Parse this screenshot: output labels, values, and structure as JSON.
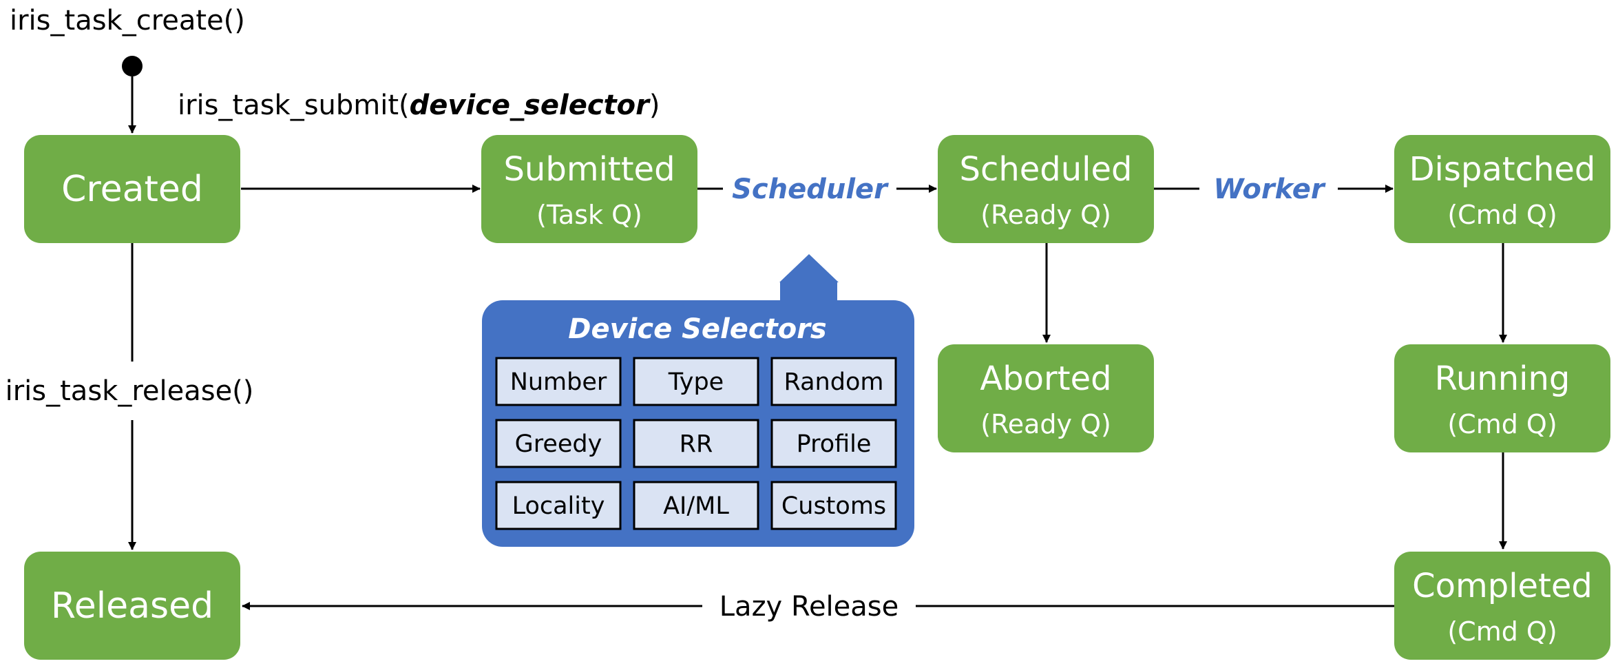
{
  "functions": {
    "create": "iris_task_create()",
    "submit_prefix": "iris_task_submit(",
    "submit_arg": "device_selector",
    "submit_suffix": ")",
    "release": "iris_task_release()"
  },
  "states": {
    "created": {
      "title": "Created"
    },
    "submitted": {
      "title": "Submitted",
      "queue": "(Task Q)"
    },
    "scheduled": {
      "title": "Scheduled",
      "queue": "(Ready Q)"
    },
    "dispatched": {
      "title": "Dispatched",
      "queue": "(Cmd Q)"
    },
    "aborted": {
      "title": "Aborted",
      "queue": "(Ready Q)"
    },
    "running": {
      "title": "Running",
      "queue": "(Cmd Q)"
    },
    "completed": {
      "title": "Completed",
      "queue": "(Cmd Q)"
    },
    "released": {
      "title": "Released"
    }
  },
  "agents": {
    "scheduler": "Scheduler",
    "worker": "Worker"
  },
  "edge_labels": {
    "lazy_release": "Lazy Release"
  },
  "device_selectors": {
    "title": "Device Selectors",
    "items": [
      "Number",
      "Type",
      "Random",
      "Greedy",
      "RR",
      "Profile",
      "Locality",
      "AI/ML",
      "Customs"
    ]
  },
  "colors": {
    "state_fill": "#70ad47",
    "panel_fill": "#4472c4",
    "selector_cell_fill": "#dae3f3",
    "agent_text": "#4472c4"
  }
}
